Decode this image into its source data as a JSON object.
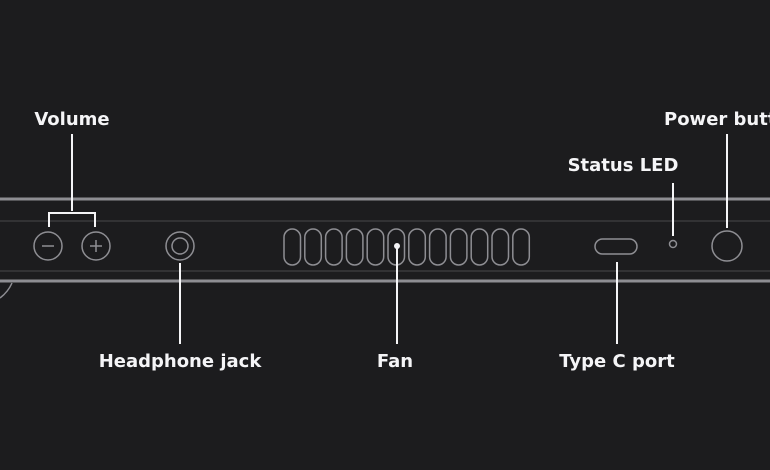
{
  "labels": {
    "volume": "Volume",
    "power_button": "Power butto",
    "status_led": "Status LED",
    "headphone_jack": "Headphone jack",
    "fan": "Fan",
    "type_c_port": "Type C port"
  },
  "fan_slot_count": 12,
  "colors": {
    "background": "#1c1c1e",
    "outline": "#8e8e93",
    "label": "#f5f5f7"
  }
}
